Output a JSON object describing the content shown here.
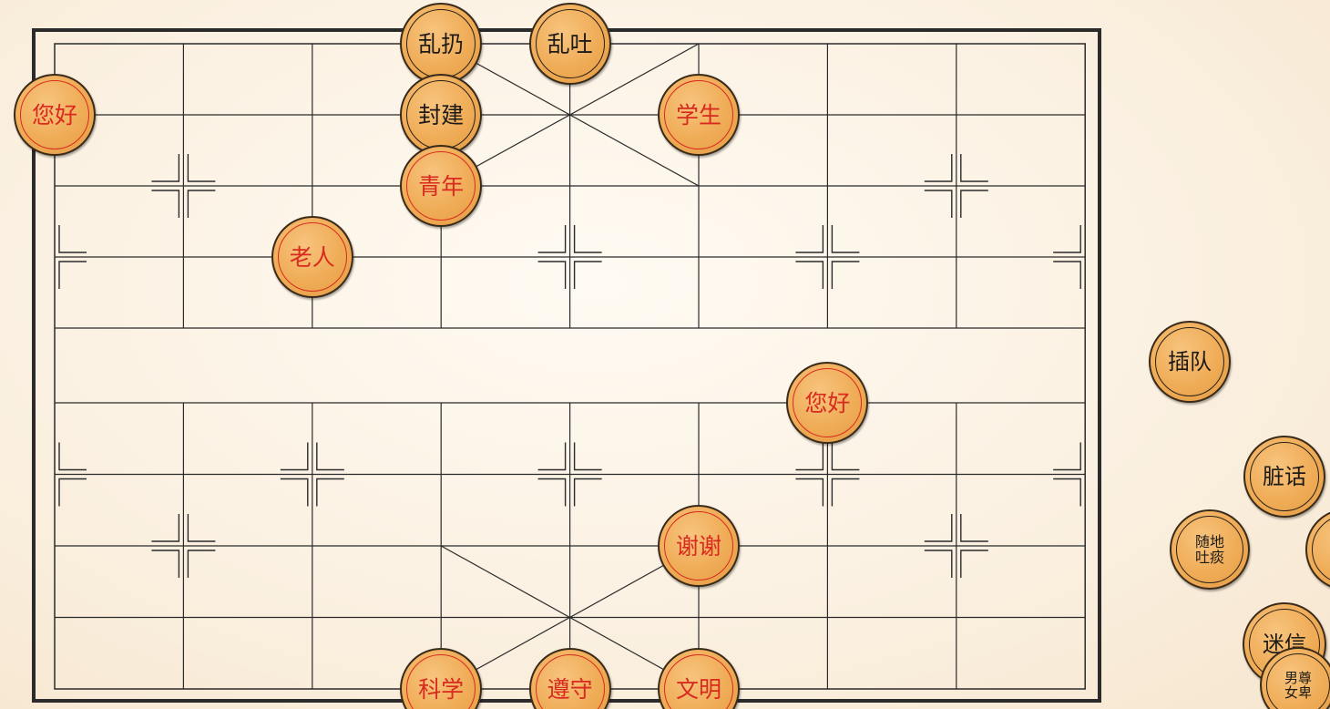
{
  "colors": {
    "background": "#fbf1e2",
    "line": "#2b2b2b",
    "piece_fill": "#efab55",
    "red_text": "#d82a1e",
    "black_text": "#1e1a16"
  },
  "board_pieces": [
    {
      "id": "p1",
      "label": "乱扔",
      "side": "black",
      "col": 3,
      "row": 0
    },
    {
      "id": "p2",
      "label": "乱吐",
      "side": "black",
      "col": 4,
      "row": 0
    },
    {
      "id": "p3",
      "label": "封建",
      "side": "black",
      "col": 3,
      "row": 1
    },
    {
      "id": "p4",
      "label": "您好",
      "side": "red",
      "col": 0,
      "row": 1
    },
    {
      "id": "p5",
      "label": "学生",
      "side": "red",
      "col": 5,
      "row": 1
    },
    {
      "id": "p6",
      "label": "青年",
      "side": "red",
      "col": 3,
      "row": 2
    },
    {
      "id": "p7",
      "label": "老人",
      "side": "red",
      "col": 2,
      "row": 3
    },
    {
      "id": "p8",
      "label": "您好",
      "side": "red",
      "col": 6,
      "row": 5
    },
    {
      "id": "p9",
      "label": "谢谢",
      "side": "red",
      "col": 5,
      "row": 7
    },
    {
      "id": "p10",
      "label": "科学",
      "side": "red",
      "col": 3,
      "row": 9
    },
    {
      "id": "p11",
      "label": "遵守",
      "side": "red",
      "col": 4,
      "row": 9
    },
    {
      "id": "p12",
      "label": "文明",
      "side": "red",
      "col": 5,
      "row": 9
    }
  ],
  "captured_pieces": [
    {
      "id": "c1",
      "label": "插队",
      "side": "black"
    },
    {
      "id": "c2",
      "label": "脏话",
      "side": "black"
    },
    {
      "id": "c3",
      "lines": [
        "随地",
        "吐痰"
      ],
      "side": "black"
    },
    {
      "id": "c4",
      "label": "",
      "side": "black"
    },
    {
      "id": "c5",
      "label": "迷信",
      "side": "black"
    },
    {
      "id": "c6",
      "lines": [
        "男尊",
        "女卑"
      ],
      "side": "black"
    }
  ]
}
